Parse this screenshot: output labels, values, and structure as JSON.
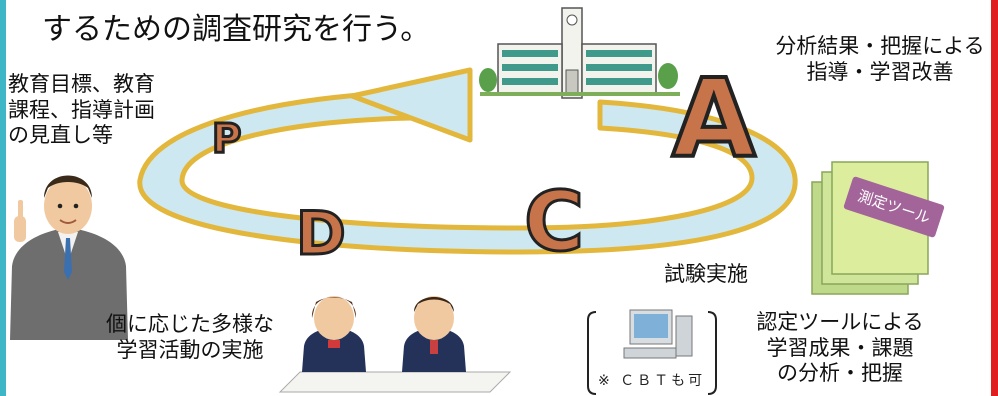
{
  "heading": "するための調査研究を行う。",
  "cycle": {
    "plan_letter": "P",
    "do_letter": "D",
    "check_letter": "C",
    "act_letter": "A"
  },
  "labels": {
    "plan_lines": [
      "教育目標、教育",
      "課程、指導計画",
      "の見直し等"
    ],
    "act_lines": [
      "分析結果・把握による",
      "指導・学習改善"
    ],
    "do_lines": [
      "個に応じた多様な",
      "学習活動の実施"
    ],
    "exam": "試験実施",
    "check_lines": [
      "認定ツールによる",
      "学習成果・課題",
      "の分析・把握"
    ],
    "tool_tag": "測定ツール",
    "cbt_note": "※ ＣＢＴも可"
  },
  "colors": {
    "ring_fill": "#cde8f1",
    "ring_stroke": "#e2b73c",
    "letter_fill": "#c8744a",
    "letter_stroke": "#222222",
    "left_edge": "#3fb6c6",
    "right_edge": "#e02020",
    "tag_fill": "#a3649a"
  },
  "icons": [
    "school-building-icon",
    "teacher-icon",
    "students-icon",
    "documents-icon",
    "computer-icon"
  ]
}
